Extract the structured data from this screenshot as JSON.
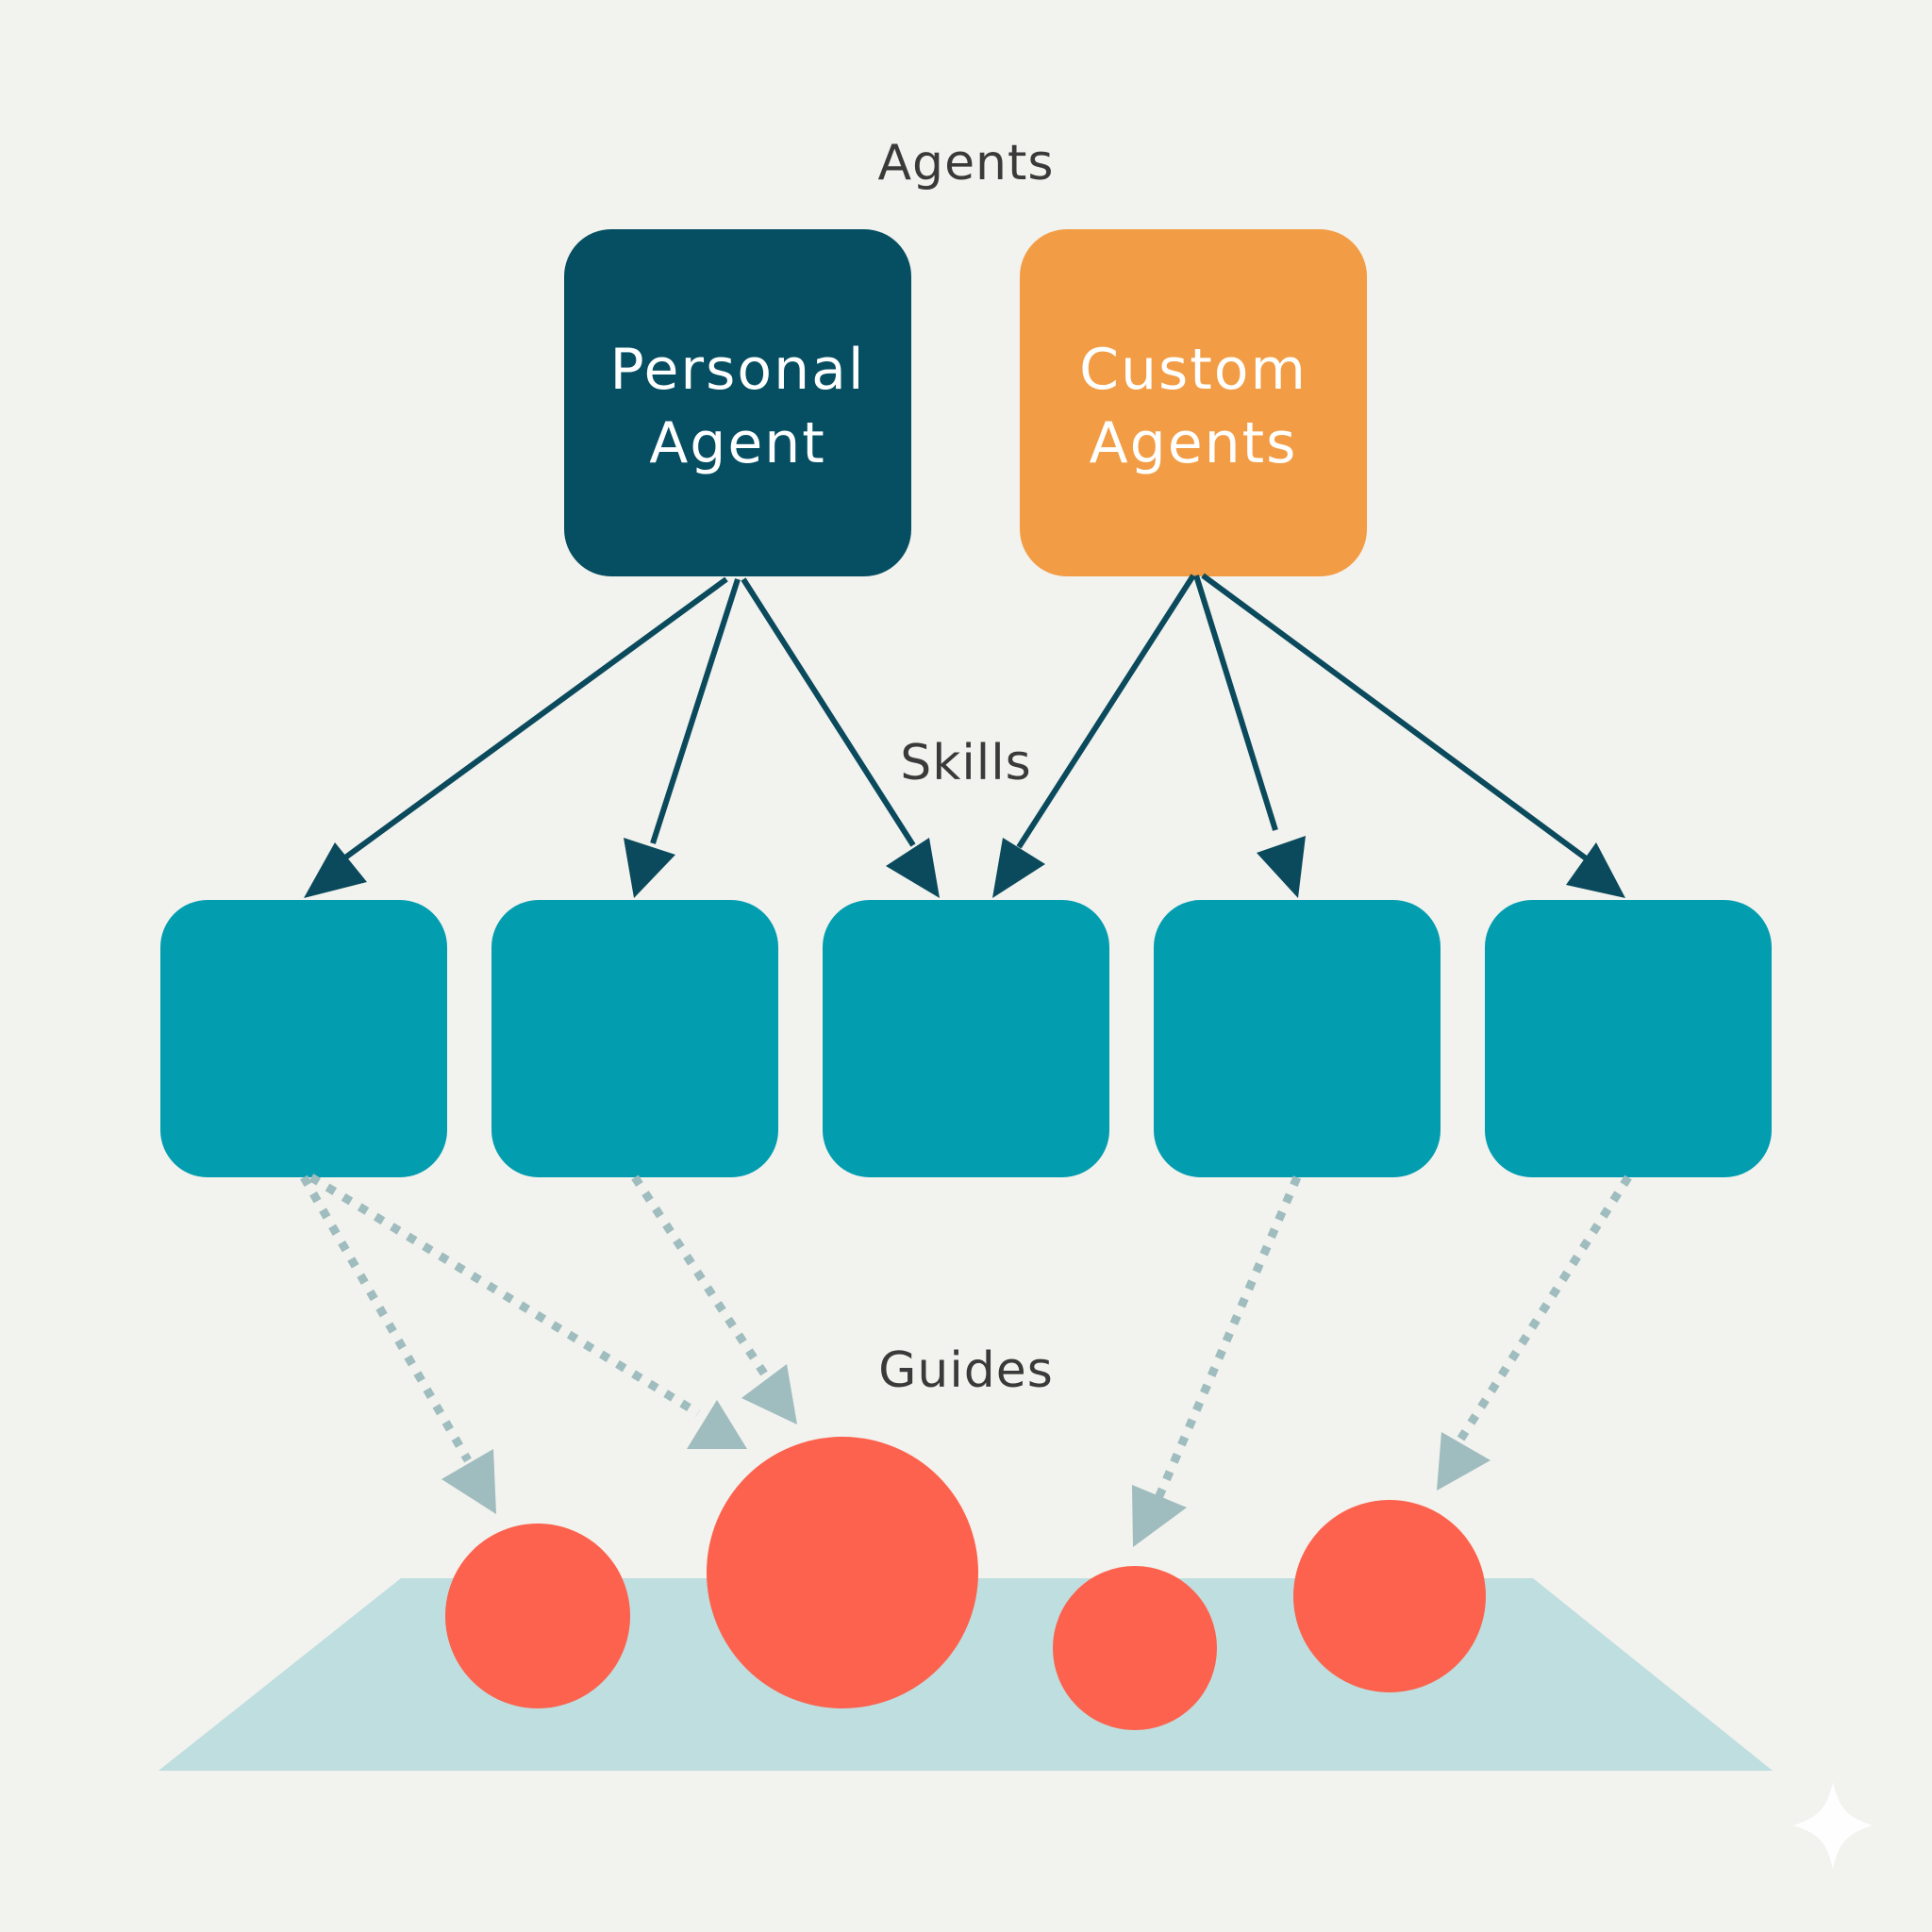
{
  "labels": {
    "agents": "Agents",
    "skills": "Skills",
    "guides": "Guides"
  },
  "agents": [
    {
      "line1": "Personal",
      "line2": "Agent",
      "color": "#064f62"
    },
    {
      "line1": "Custom",
      "line2": "Agents",
      "color": "#f29d45"
    }
  ],
  "colors": {
    "background": "#f2f2ee",
    "skill": "#039db0",
    "guide": "#fc624d",
    "platform": "#bfdedf",
    "solid_arrow": "#0a4a5c",
    "dashed_arrow": "#9fbcbe"
  },
  "icons": [
    "sparkle-icon"
  ]
}
